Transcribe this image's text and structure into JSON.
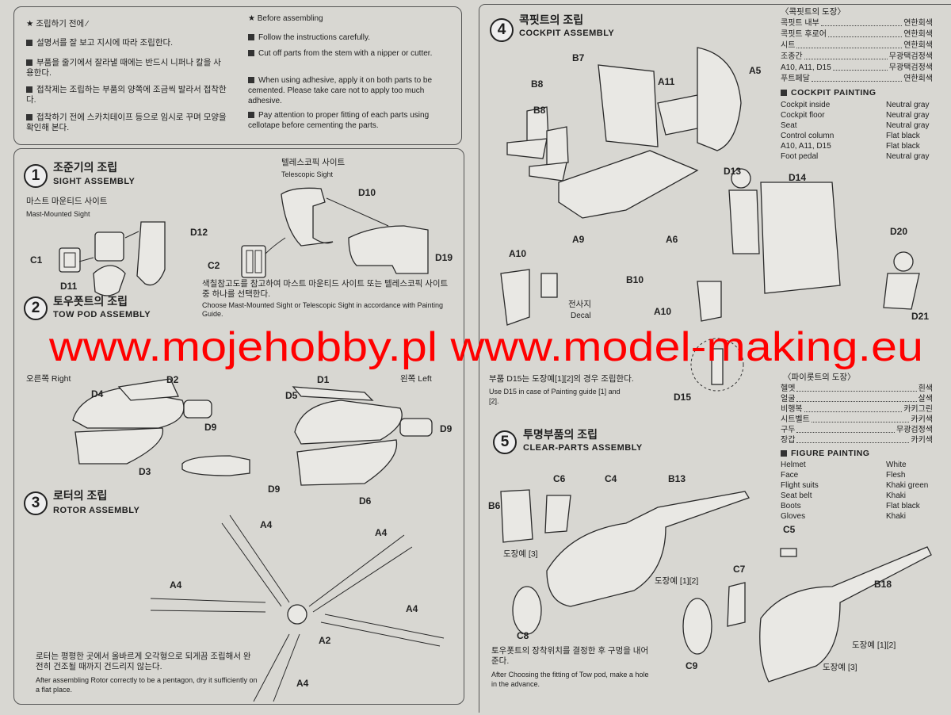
{
  "before": {
    "ko_title": "★ 조립하기 전에 ⁄",
    "ko_items": [
      "설명서를 잘 보고 지시에 따라 조립한다.",
      "부품을 줄기에서 잘라낼 때에는 반드시 니퍼나 칼을 사용한다.",
      "접착제는 조립하는 부품의 양쪽에 조금씩 발라서 접착한다.",
      "접착하기 전에 스카치테이프 등으로 임시로 꾸며 모양을 확인해 본다."
    ],
    "en_title": "★ Before assembling",
    "en_items": [
      "Follow the instructions carefully.",
      "Cut off parts from the stem with a nipper or cutter.",
      "When using adhesive, apply it on both parts to be cemented. Please take care not to apply too much adhesive.",
      "Pay attention to proper fitting of each parts using cellotape before cementing the parts."
    ]
  },
  "sections": [
    {
      "number": "1",
      "ko": "조준기의 조립",
      "en": "SIGHT ASSEMBLY"
    },
    {
      "number": "2",
      "ko": "토우폿트의 조립",
      "en": "TOW POD ASSEMBLY"
    },
    {
      "number": "3",
      "ko": "로터의 조립",
      "en": "ROTOR ASSEMBLY"
    },
    {
      "number": "4",
      "ko": "콕핏트의 조립",
      "en": "COCKPIT ASSEMBLY"
    },
    {
      "number": "5",
      "ko": "투명부품의 조립",
      "en": "CLEAR-PARTS ASSEMBLY"
    }
  ],
  "sight": {
    "mast_ko": "마스트 마운티드 사이트",
    "mast_en": "Mast-Mounted Sight",
    "tele_ko": "텔레스코픽 사이트",
    "tele_en": "Telescopic Sight",
    "note_ko": "색칠참고도를 참고하여 마스트 마운티드 사이트 또는 텔레스코픽 사이트 중 하나를 선택한다.",
    "note_en": "Choose Mast-Mounted Sight or Telescopic Sight in accordance with Painting Guide.",
    "parts": [
      "C1",
      "D11",
      "D12",
      "C2",
      "D10",
      "D19"
    ]
  },
  "towpod": {
    "right": "오른쪽 Right",
    "left": "왼쪽 Left",
    "parts": [
      "D2",
      "D4",
      "D9",
      "D3",
      "D9",
      "D1",
      "D5",
      "D9",
      "D6"
    ]
  },
  "rotor": {
    "note_ko": "로터는 평평한 곳에서 올바르게 오각형으로 되게끔 조립해서 완전히 건조될 때까지 건드리지 않는다.",
    "note_en": "After assembling Rotor correctly to be a pentagon, dry it sufficiently on a flat place.",
    "parts": [
      "A4",
      "A4",
      "A4",
      "A4",
      "A4",
      "A2"
    ]
  },
  "cockpit": {
    "parts": [
      "B7",
      "B8",
      "A11",
      "B8",
      "A5",
      "D13",
      "D14",
      "A9",
      "A6",
      "D20",
      "A10",
      "B10",
      "A10",
      "D21",
      "D15"
    ],
    "decal_ko": "전사지",
    "decal_en": "Decal",
    "note_ko": "부품 D15는 도장예[1][2]의 경우 조립한다.",
    "note_en": "Use D15 in case of Painting guide [1] and [2]."
  },
  "clear": {
    "parts": [
      "C6",
      "C4",
      "B13",
      "B6",
      "C8",
      "C5",
      "C7",
      "B18",
      "C9"
    ],
    "callouts": [
      "도장예 [3]",
      "도장예 [1][2]",
      "도장예 [1][2]",
      "도장예 [3]"
    ],
    "note_ko": "토우폿트의 장착위치를 결정한 후 구멍을 내어준다.",
    "note_en": "After Choosing the fitting of Tow pod, make a hole in the advance."
  },
  "cockpit_paint_ko": {
    "title": "〈콕핏트의 도장〉",
    "rows": [
      [
        "콕핏트 내부",
        "연한회색"
      ],
      [
        "콕핏트 후로어",
        "연한회색"
      ],
      [
        "시트",
        "연한회색"
      ],
      [
        "조종간",
        "무광택검정색"
      ],
      [
        "A10, A11, D15",
        "무광택검정색"
      ],
      [
        "푸트페달",
        "연한회색"
      ]
    ]
  },
  "cockpit_paint_en": {
    "title": "COCKPIT PAINTING",
    "rows": [
      [
        "Cockpit inside",
        "Neutral gray"
      ],
      [
        "Cockpit floor",
        "Neutral gray"
      ],
      [
        "Seat",
        "Neutral gray"
      ],
      [
        "Control column",
        "Flat black"
      ],
      [
        "A10, A11, D15",
        "Flat black"
      ],
      [
        "Foot pedal",
        "Neutral gray"
      ]
    ]
  },
  "figure_paint_ko": {
    "title": "〈파이롯트의 도장〉",
    "rows": [
      [
        "헬멧",
        "흰색"
      ],
      [
        "얼굴",
        "살색"
      ],
      [
        "비행복",
        "카키그린"
      ],
      [
        "시트벨트",
        "카키색"
      ],
      [
        "구두",
        "무광검정색"
      ],
      [
        "장갑",
        "카키색"
      ]
    ]
  },
  "figure_paint_en": {
    "title": "FIGURE PAINTING",
    "rows": [
      [
        "Helmet",
        "White"
      ],
      [
        "Face",
        "Flesh"
      ],
      [
        "Flight suits",
        "Khaki green"
      ],
      [
        "Seat belt",
        "Khaki"
      ],
      [
        "Boots",
        "Flat black"
      ],
      [
        "Gloves",
        "Khaki"
      ]
    ]
  },
  "watermark": "www.mojehobby.pl www.model-making.eu",
  "colors": {
    "paper": "#d8d7d2",
    "ink": "#1e1e1e",
    "watermark": "#ff0000"
  }
}
